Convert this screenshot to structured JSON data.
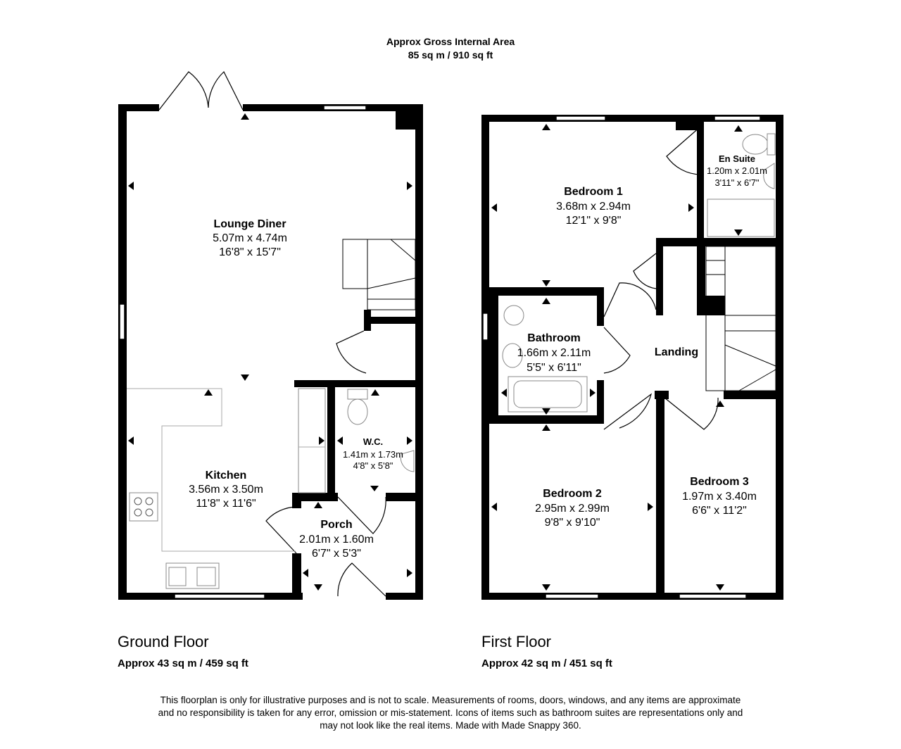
{
  "header": {
    "title": "Approx Gross Internal Area",
    "area": "85 sq m / 910 sq ft"
  },
  "floors": [
    {
      "name": "Ground Floor",
      "area": "Approx 43 sq m / 459 sq ft",
      "rooms": [
        {
          "name": "Lounge Diner",
          "metric": "5.07m x 4.74m",
          "imperial": "16'8\" x 15'7\""
        },
        {
          "name": "Kitchen",
          "metric": "3.56m x 3.50m",
          "imperial": "11'8\" x 11'6\""
        },
        {
          "name": "W.C.",
          "metric": "1.41m x 1.73m",
          "imperial": "4'8\" x 5'8\""
        },
        {
          "name": "Porch",
          "metric": "2.01m x 1.60m",
          "imperial": "6'7\" x 5'3\""
        }
      ]
    },
    {
      "name": "First Floor",
      "area": "Approx 42 sq m / 451 sq ft",
      "rooms": [
        {
          "name": "Bedroom 1",
          "metric": "3.68m x 2.94m",
          "imperial": "12'1\" x 9'8\""
        },
        {
          "name": "En Suite",
          "metric": "1.20m x 2.01m",
          "imperial": "3'11\" x 6'7\""
        },
        {
          "name": "Bathroom",
          "metric": "1.66m x 2.11m",
          "imperial": "5'5\" x 6'11\""
        },
        {
          "name": "Landing"
        },
        {
          "name": "Bedroom 2",
          "metric": "2.95m x 2.99m",
          "imperial": "9'8\" x 9'10\""
        },
        {
          "name": "Bedroom 3",
          "metric": "1.97m x 3.40m",
          "imperial": "6'6\" x 11'2\""
        }
      ]
    }
  ],
  "disclaimer": [
    "This floorplan is only for illustrative purposes and is not to scale. Measurements of rooms, doors, windows, and any items are approximate",
    "and no responsibility is taken for any error, omission or mis-statement. Icons of items such as bathroom suites are representations only and",
    "may not look like the real items. Made with Made Snappy 360."
  ]
}
